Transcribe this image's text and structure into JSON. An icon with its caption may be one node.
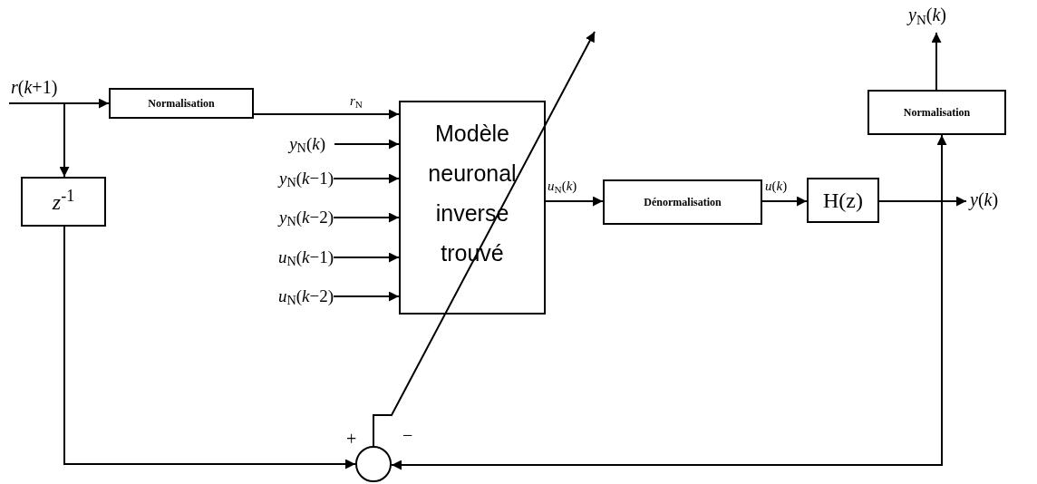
{
  "diagram": {
    "nodes": [
      {
        "text": [
          "Normalisation"
        ]
      },
      {
        "text": [
          "*z*$^{-1}$"
        ]
      },
      {
        "text": [
          "Modèle neuronal inverse trouvé"
        ]
      },
      {
        "text": [
          "*y*$_{N}$(*k*)"
        ]
      },
      {
        "text": [
          "*y*$_{N}$(*k*−1)"
        ]
      },
      {
        "text": [
          "*y*$_{N}$(*k*−2)"
        ]
      },
      {
        "text": [
          "*u*$_{N}$(*k*−1)"
        ]
      },
      {
        "text": [
          "*u*$_{N}$(*k*−2)"
        ]
      },
      {
        "text": [
          "Dénormalisation"
        ]
      },
      {
        "text": [
          "H(z)"
        ]
      },
      {
        "text": [
          "Normalisation"
        ]
      },
      {
        "text": [],
        "shape": "circle"
      }
    ],
    "edges": [
      {
        "from": null,
        "to": 0,
        "arrow": "to",
        "label": "*r*(*k*+1)"
      },
      {
        "from": null,
        "to": 1,
        "arrow": "to"
      },
      {
        "from": 0,
        "to": 2,
        "arrow": "to",
        "label": "*r*$_{N}$"
      },
      {
        "from": 3,
        "to": 2,
        "arrow": "to"
      },
      {
        "from": 4,
        "to": 2,
        "arrow": "to"
      },
      {
        "from": 5,
        "to": 2,
        "arrow": "to"
      },
      {
        "from": 6,
        "to": 2,
        "arrow": "to"
      },
      {
        "from": 7,
        "to": 2,
        "arrow": "to"
      },
      {
        "from": 2,
        "to": 8,
        "arrow": "to",
        "label": "*u*$_{N}$(*k*)"
      },
      {
        "from": 8,
        "to": 9,
        "arrow": "to",
        "label": "*u*(*k*)"
      },
      {
        "from": 9,
        "to": null,
        "arrow": "to",
        "label": "*y*(*k*)"
      },
      {
        "from": 9,
        "to": 10,
        "arrow": "to"
      },
      {
        "from": 9,
        "to": 11,
        "arrow": "to"
      },
      {
        "from": 1,
        "to": 11,
        "arrow": "to",
        "label": "+"
      },
      {
        "from": 11,
        "to": null,
        "arrow": "to",
        "label": "−"
      },
      {
        "from": 10,
        "to": null,
        "arrow": "to",
        "label": "*y*$_{N}$(*k*)"
      }
    ]
  }
}
